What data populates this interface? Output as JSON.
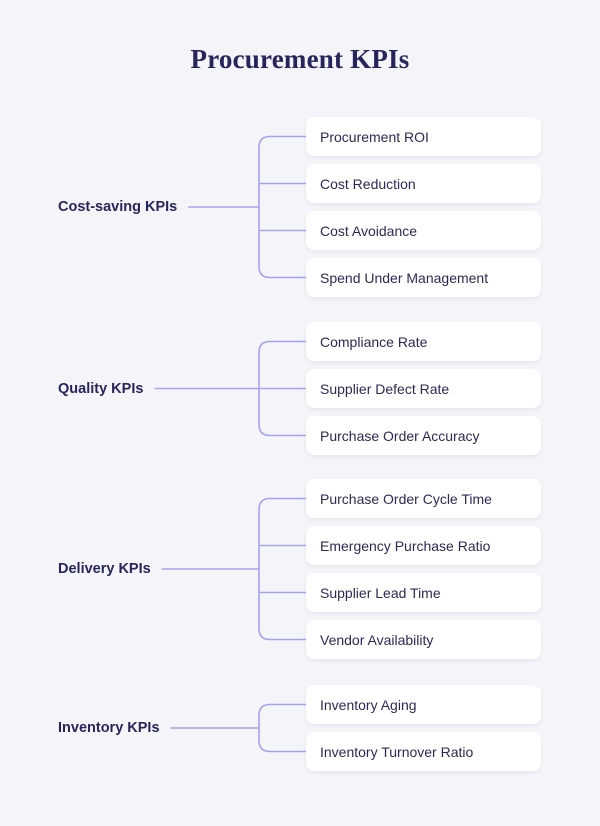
{
  "page": {
    "title": "Procurement KPIs",
    "background_color": "#f4f5f9",
    "text_color": "#27255c",
    "card_color": "#ffffff",
    "connector_color": "#a5a2f0"
  },
  "branches": [
    {
      "label": "Cost-saving KPIs",
      "items": [
        "Procurement ROI",
        "Cost Reduction",
        "Cost Avoidance",
        "Spend Under Management"
      ]
    },
    {
      "label": "Quality KPIs",
      "items": [
        "Compliance Rate",
        "Supplier Defect Rate",
        "Purchase Order Accuracy"
      ]
    },
    {
      "label": "Delivery KPIs",
      "items": [
        "Purchase Order Cycle Time",
        "Emergency Purchase Ratio",
        "Supplier Lead Time",
        "Vendor Availability"
      ]
    },
    {
      "label": "Inventory KPIs",
      "items": [
        "Inventory Aging",
        "Inventory Turnover Ratio"
      ]
    }
  ]
}
